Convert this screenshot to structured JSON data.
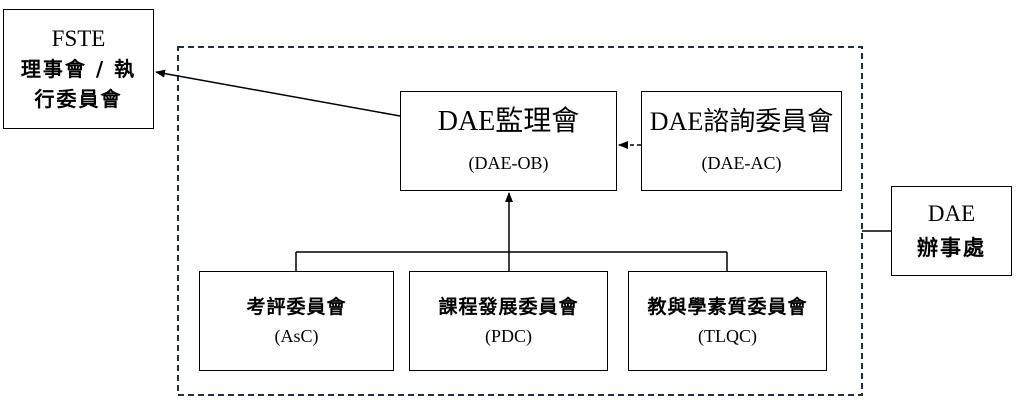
{
  "nodes": {
    "fste": {
      "line1": "FSTE",
      "line2": "理事會 / 執行委員會"
    },
    "ob": {
      "line1": "DAE監理會",
      "line2": "(DAE-OB)"
    },
    "ac": {
      "line1": "DAE諮詢委員會",
      "line2": "(DAE-AC)"
    },
    "asc": {
      "line1": "考評委員會",
      "line2": "(AsC)"
    },
    "pdc": {
      "line1": "課程發展委員會",
      "line2": "(PDC)"
    },
    "tlqc": {
      "line1": "教與學素質委員會",
      "line2": "(TLQC)"
    },
    "office": {
      "line1": "DAE",
      "line2": "辦事處"
    }
  },
  "connectors": [
    {
      "from": "DAE監理會",
      "to": "FSTE",
      "style": "solid-arrow"
    },
    {
      "from": "DAE諮詢委員會",
      "to": "DAE監理會",
      "style": "dashed-arrow"
    },
    {
      "from": "考評委員會",
      "to": "DAE監理會",
      "style": "solid-arrow"
    },
    {
      "from": "課程發展委員會",
      "to": "DAE監理會",
      "style": "solid-arrow"
    },
    {
      "from": "教與學素質委員會",
      "to": "DAE監理會",
      "style": "solid-arrow"
    },
    {
      "from": "DAE 辦事處",
      "to": "dashed group",
      "style": "solid-line"
    }
  ],
  "colors": {
    "line": "#000000",
    "group_border": "#1f2f45",
    "background": "#ffffff"
  }
}
